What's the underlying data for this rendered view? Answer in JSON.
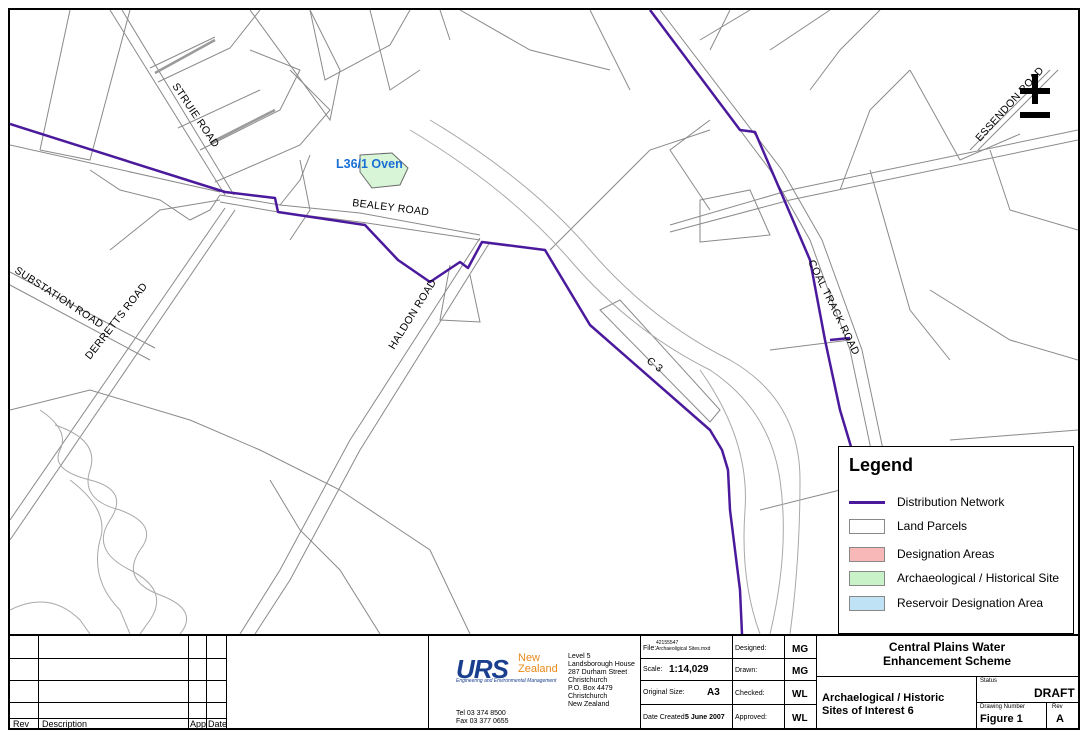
{
  "map": {
    "roads": {
      "struie": "STRUIE ROAD",
      "bealey": "BEALEY ROAD",
      "substation": "SUBSTATION ROAD",
      "derretts": "DERRETTS ROAD",
      "haldon": "HALDON ROAD",
      "coal_track": "COAL TRACK ROAD",
      "essendon": "ESSENDON ROAD"
    },
    "channel_label": "C 3",
    "site_label": "L36/1 Oven",
    "colors": {
      "distribution": "#4b1a9c",
      "parcels": "#8a8a8a",
      "site_fill": "#d8f5d8",
      "site_label": "#1a6fd6"
    }
  },
  "legend": {
    "title": "Legend",
    "items": [
      {
        "label": "Distribution Network",
        "type": "line",
        "color": "#4b1a9c"
      },
      {
        "label": "Land Parcels",
        "type": "box",
        "color": "#ffffff"
      },
      {
        "label": "Designation Areas",
        "type": "box",
        "color": "#f9b8b8"
      },
      {
        "label": "Archaeological / Historical Site",
        "type": "box",
        "color": "#c9f2c9"
      },
      {
        "label": "Reservoir Designation Area",
        "type": "box",
        "color": "#bfe3f5"
      }
    ]
  },
  "titleblock": {
    "rev_header": "Rev",
    "desc_header": "Description",
    "app_header": "App",
    "date_header": "Date",
    "logo_main": "URS",
    "logo_sub1": "New",
    "logo_sub2": "Zealand",
    "logo_tagline": "Engineering and Environmental Management",
    "address": [
      "Level 5",
      "Landsborough House",
      "287 Durham Street",
      "Christchurch",
      "P.O. Box 4479",
      "Christchurch",
      "New Zealand"
    ],
    "tel": "Tel  03 374 8500",
    "fax": "Fax  03 377 0655",
    "file_label": "File:",
    "file_number": "42155547",
    "file_name": "Archaeoligical Sites.mxd",
    "scale_label": "Scale:",
    "scale_value": "1:14,029",
    "size_label": "Original Size:",
    "size_value": "A3",
    "date_label": "Date Created:",
    "date_value": "5 June 2007",
    "designed_label": "Designed:",
    "designed_value": "MG",
    "drawn_label": "Drawn:",
    "drawn_value": "MG",
    "checked_label": "Checked:",
    "checked_value": "WL",
    "approved_label": "Approved:",
    "approved_value": "WL",
    "project_title": "Central Plains Water Enhancement Scheme",
    "drawing_title": "Archaelogical / Historic Sites of Interest 6",
    "status_label": "Status",
    "status_value": "DRAFT",
    "drawing_number_label": "Drawing Number",
    "drawing_number_value": "Figure 1",
    "rev_label": "Rev",
    "rev_value": "A"
  }
}
